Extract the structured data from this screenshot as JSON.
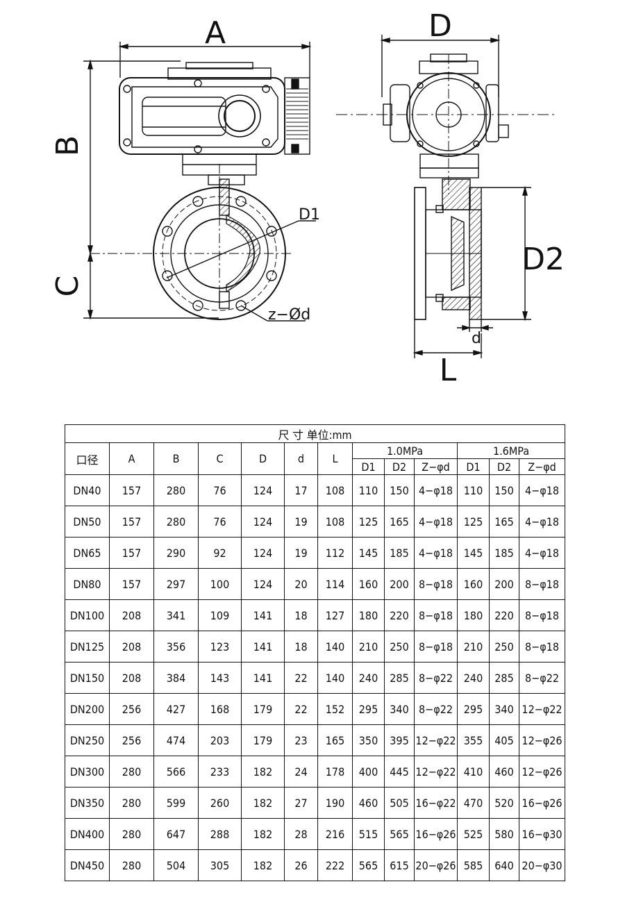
{
  "drawing": {
    "labels": {
      "A": "A",
      "B": "B",
      "C": "C",
      "D": "D",
      "D1": "D1",
      "D2": "D2",
      "d": "d",
      "L": "L",
      "zd": "z−Ød"
    }
  },
  "table": {
    "title": "尺  寸   单位:mm",
    "headers": {
      "caliber": "口径",
      "A": "A",
      "B": "B",
      "C": "C",
      "D": "D",
      "d": "d",
      "L": "L",
      "p10": "1.0MPa",
      "p16": "1.6MPa",
      "D1": "D1",
      "D2": "D2",
      "Zd": "Z−φd"
    },
    "rows": [
      [
        "DN40",
        "157",
        "280",
        "76",
        "124",
        "17",
        "108",
        "110",
        "150",
        "4−φ18",
        "110",
        "150",
        "4−φ18"
      ],
      [
        "DN50",
        "157",
        "280",
        "76",
        "124",
        "19",
        "108",
        "125",
        "165",
        "4−φ18",
        "125",
        "165",
        "4−φ18"
      ],
      [
        "DN65",
        "157",
        "290",
        "92",
        "124",
        "19",
        "112",
        "145",
        "185",
        "4−φ18",
        "145",
        "185",
        "4−φ18"
      ],
      [
        "DN80",
        "157",
        "297",
        "100",
        "124",
        "20",
        "114",
        "160",
        "200",
        "8−φ18",
        "160",
        "200",
        "8−φ18"
      ],
      [
        "DN100",
        "208",
        "341",
        "109",
        "141",
        "18",
        "127",
        "180",
        "220",
        "8−φ18",
        "180",
        "220",
        "8−φ18"
      ],
      [
        "DN125",
        "208",
        "356",
        "123",
        "141",
        "18",
        "140",
        "210",
        "250",
        "8−φ18",
        "210",
        "250",
        "8−φ18"
      ],
      [
        "DN150",
        "208",
        "384",
        "143",
        "141",
        "22",
        "140",
        "240",
        "285",
        "8−φ22",
        "240",
        "285",
        "8−φ22"
      ],
      [
        "DN200",
        "256",
        "427",
        "168",
        "179",
        "22",
        "152",
        "295",
        "340",
        "8−φ22",
        "295",
        "340",
        "12−φ22"
      ],
      [
        "DN250",
        "256",
        "474",
        "203",
        "179",
        "23",
        "165",
        "350",
        "395",
        "12−φ22",
        "355",
        "405",
        "12−φ26"
      ],
      [
        "DN300",
        "280",
        "566",
        "233",
        "182",
        "24",
        "178",
        "400",
        "445",
        "12−φ22",
        "410",
        "460",
        "12−φ26"
      ],
      [
        "DN350",
        "280",
        "599",
        "260",
        "182",
        "27",
        "190",
        "460",
        "505",
        "16−φ22",
        "470",
        "520",
        "16−φ26"
      ],
      [
        "DN400",
        "280",
        "647",
        "288",
        "182",
        "28",
        "216",
        "515",
        "565",
        "16−φ26",
        "525",
        "580",
        "16−φ30"
      ],
      [
        "DN450",
        "280",
        "504",
        "305",
        "182",
        "26",
        "222",
        "565",
        "615",
        "20−φ26",
        "585",
        "640",
        "20−φ30"
      ]
    ]
  }
}
